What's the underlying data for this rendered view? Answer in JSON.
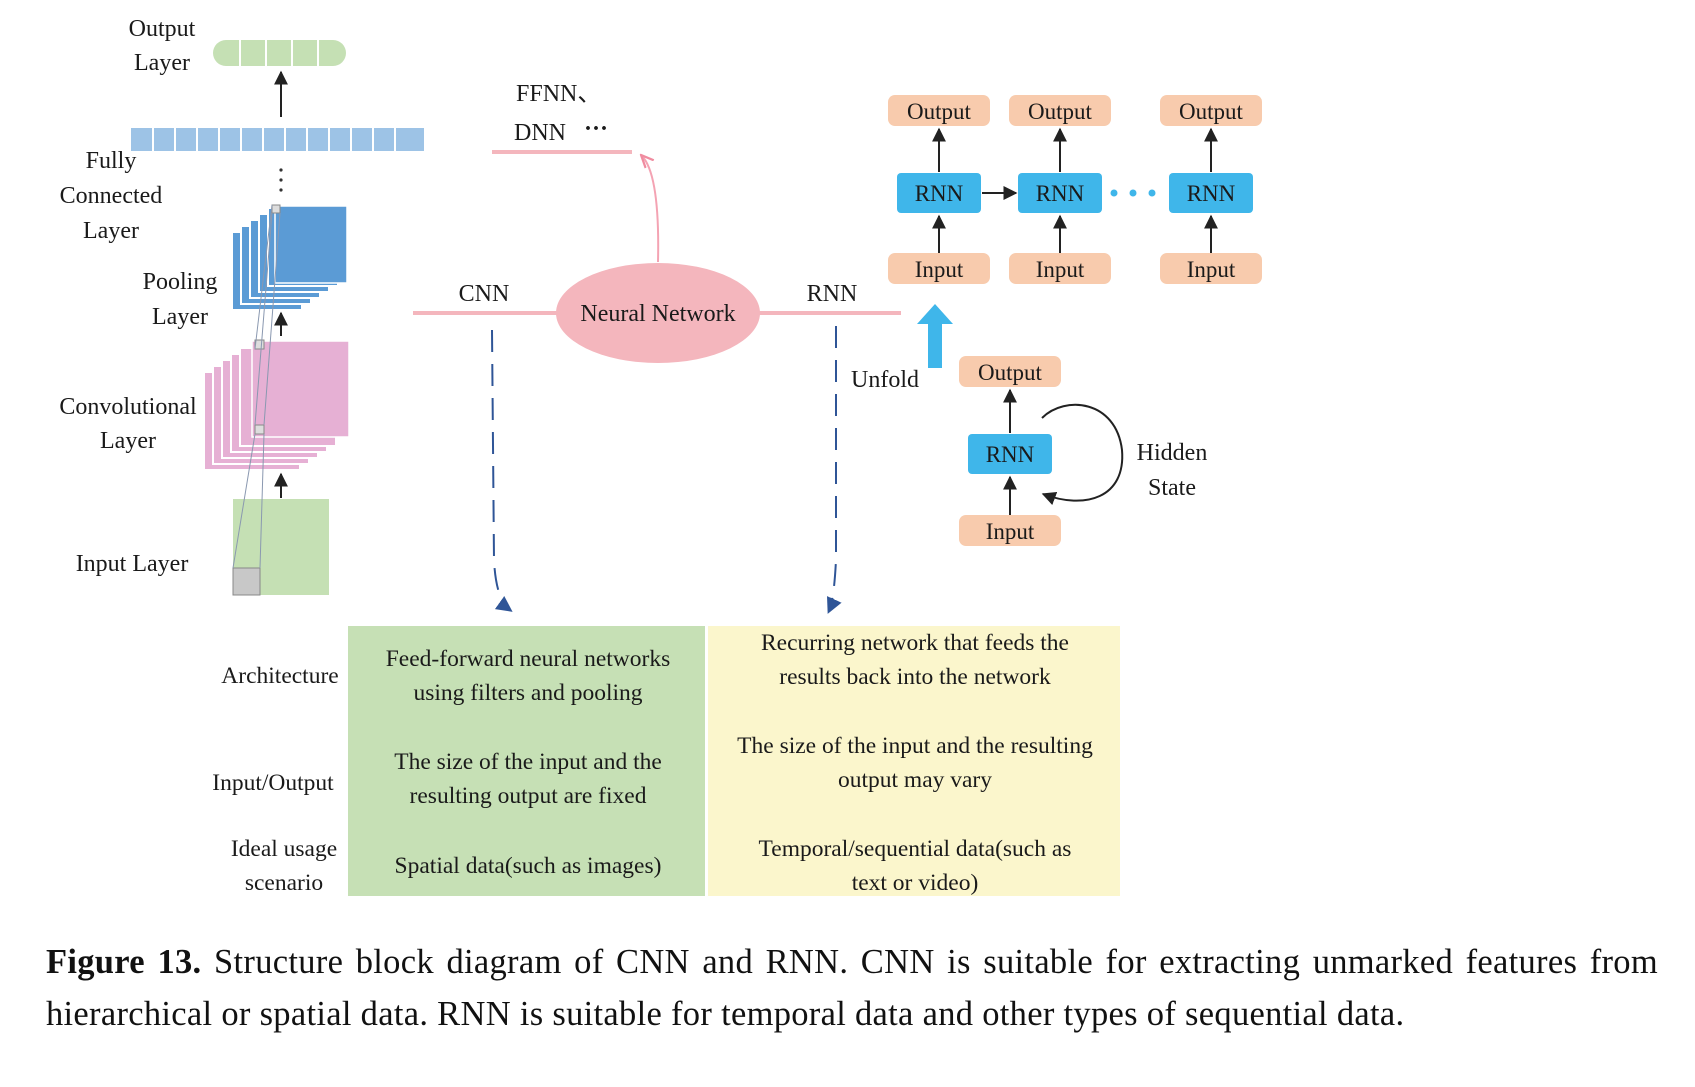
{
  "cnn_stack": {
    "output_layer": [
      "Output",
      "Layer"
    ],
    "fully_connected": [
      "Fully",
      "Connected",
      "Layer"
    ],
    "pooling": [
      "Pooling",
      "Layer"
    ],
    "convolutional": [
      "Convolutional",
      "Layer"
    ],
    "input_layer": "Input Layer",
    "ellipsis": "⋮"
  },
  "center": {
    "node": "Neural Network",
    "cnn_branch": "CNN",
    "rnn_branch": "RNN",
    "ffnn": "FFNN、",
    "dnn": "DNN",
    "dnn_dots": "···"
  },
  "rnn_unfolded": {
    "outputs": [
      "Output",
      "Output",
      "Output"
    ],
    "cells": [
      "RNN",
      "RNN",
      "RNN"
    ],
    "inputs": [
      "Input",
      "Input",
      "Input"
    ],
    "dots": "● ● ●"
  },
  "rnn_folded": {
    "output": "Output",
    "cell": "RNN",
    "input": "Input",
    "unfold": "Unfold",
    "hidden_state": [
      "Hidden",
      "State"
    ]
  },
  "comparison": {
    "rows": [
      {
        "label": [
          "Architecture"
        ],
        "cnn": [
          "Feed-forward neural networks",
          "using filters and pooling"
        ],
        "rnn": [
          "Recurring network that feeds the",
          "results back into the network"
        ]
      },
      {
        "label": [
          "Input/Output"
        ],
        "cnn": [
          "The size of the input and the",
          "resulting output are fixed"
        ],
        "rnn": [
          "The size of the input and the resulting",
          "output may vary"
        ]
      },
      {
        "label": [
          "Ideal usage",
          "scenario"
        ],
        "cnn": [
          "Spatial data(such as images)"
        ],
        "rnn": [
          "Temporal/sequential data(such as",
          "text or video)"
        ]
      }
    ]
  },
  "caption": {
    "label": "Figure 13.",
    "text": " Structure block diagram of CNN and RNN. CNN is suitable for extracting unmarked features from hierarchical or spatial data.  RNN is suitable for temporal data and other types of sequential data."
  },
  "colors": {
    "green_light": "#c5e0b4",
    "blue_light": "#9dc3e6",
    "blue_dark": "#5b9bd5",
    "pink": "#e6b0d4",
    "salmon": "#f4b6bd",
    "orange": "#f8cbad",
    "cyan": "#3fb6ea",
    "table_green": "#c6e0b5",
    "table_yellow": "#fbf6cc"
  }
}
